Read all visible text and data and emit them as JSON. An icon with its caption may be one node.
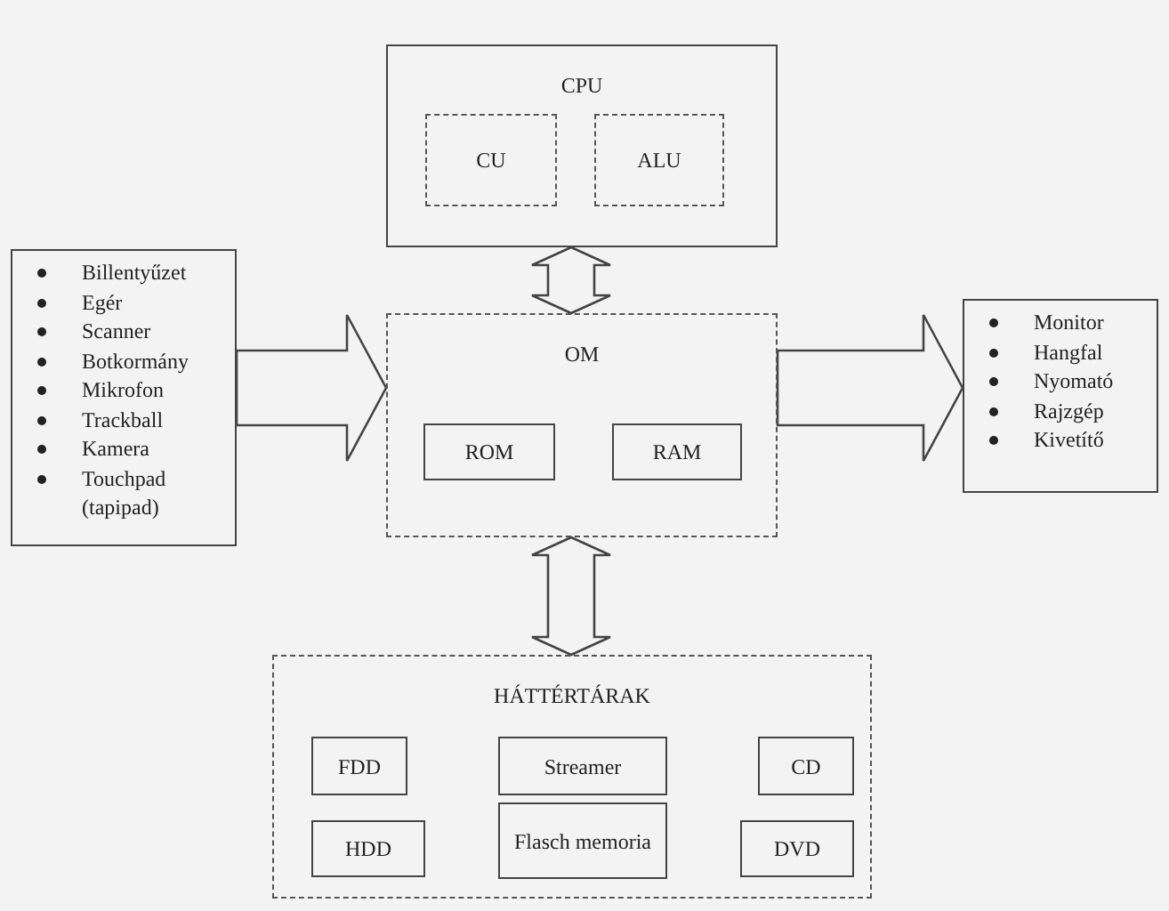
{
  "diagram": {
    "nodes": [
      {
        "text": [
          "CPU"
        ]
      },
      {
        "text": [
          "CU"
        ],
        "in": 0
      },
      {
        "text": [
          "ALU"
        ],
        "in": 0
      },
      {
        "text": [
          "Billentyűzet",
          "Egér",
          "Scanner",
          "Botkormány",
          "Mikrofon",
          "Trackball",
          "Kamera",
          "Touchpad (tapipad)"
        ]
      },
      {
        "text": [
          "OM"
        ]
      },
      {
        "text": [
          "ROM"
        ],
        "in": 4
      },
      {
        "text": [
          "RAM"
        ],
        "in": 4
      },
      {
        "text": [
          "Monitor",
          "Hangfal",
          "Nyomató",
          "Rajzgép",
          "Kivetítő"
        ]
      },
      {
        "text": [
          "HÁTTÉRTÁRAK"
        ]
      },
      {
        "text": [
          "FDD"
        ],
        "in": 8
      },
      {
        "text": [
          "Streamer"
        ],
        "in": 8
      },
      {
        "text": [
          "CD"
        ],
        "in": 8
      },
      {
        "text": [
          "HDD"
        ],
        "in": 8
      },
      {
        "text": [
          "Flasch memoria"
        ],
        "in": 8
      },
      {
        "text": [
          "DVD"
        ],
        "in": 8
      }
    ],
    "edges": [
      {
        "from": 0,
        "to": 4,
        "arrow": "both",
        "style": "thick"
      },
      {
        "from": 3,
        "to": 4,
        "arrow": "to",
        "style": "thick"
      },
      {
        "from": 4,
        "to": 7,
        "arrow": "to",
        "style": "thick"
      },
      {
        "from": 4,
        "to": 8,
        "arrow": "both",
        "style": "thick"
      }
    ]
  }
}
